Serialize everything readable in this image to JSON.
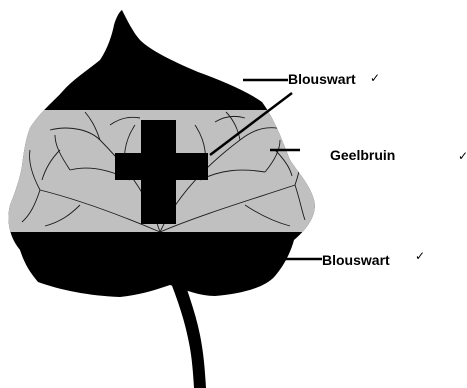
{
  "diagram": {
    "labels": {
      "top": "Blouswart",
      "middle": "Geelbruin",
      "bottom": "Blouswart"
    },
    "tick_mark": "✓",
    "colors": {
      "dark_region": "#000000",
      "light_region": "#c0c0c0",
      "leaf_veins": "#1a1a1a",
      "background": "#ffffff"
    }
  }
}
